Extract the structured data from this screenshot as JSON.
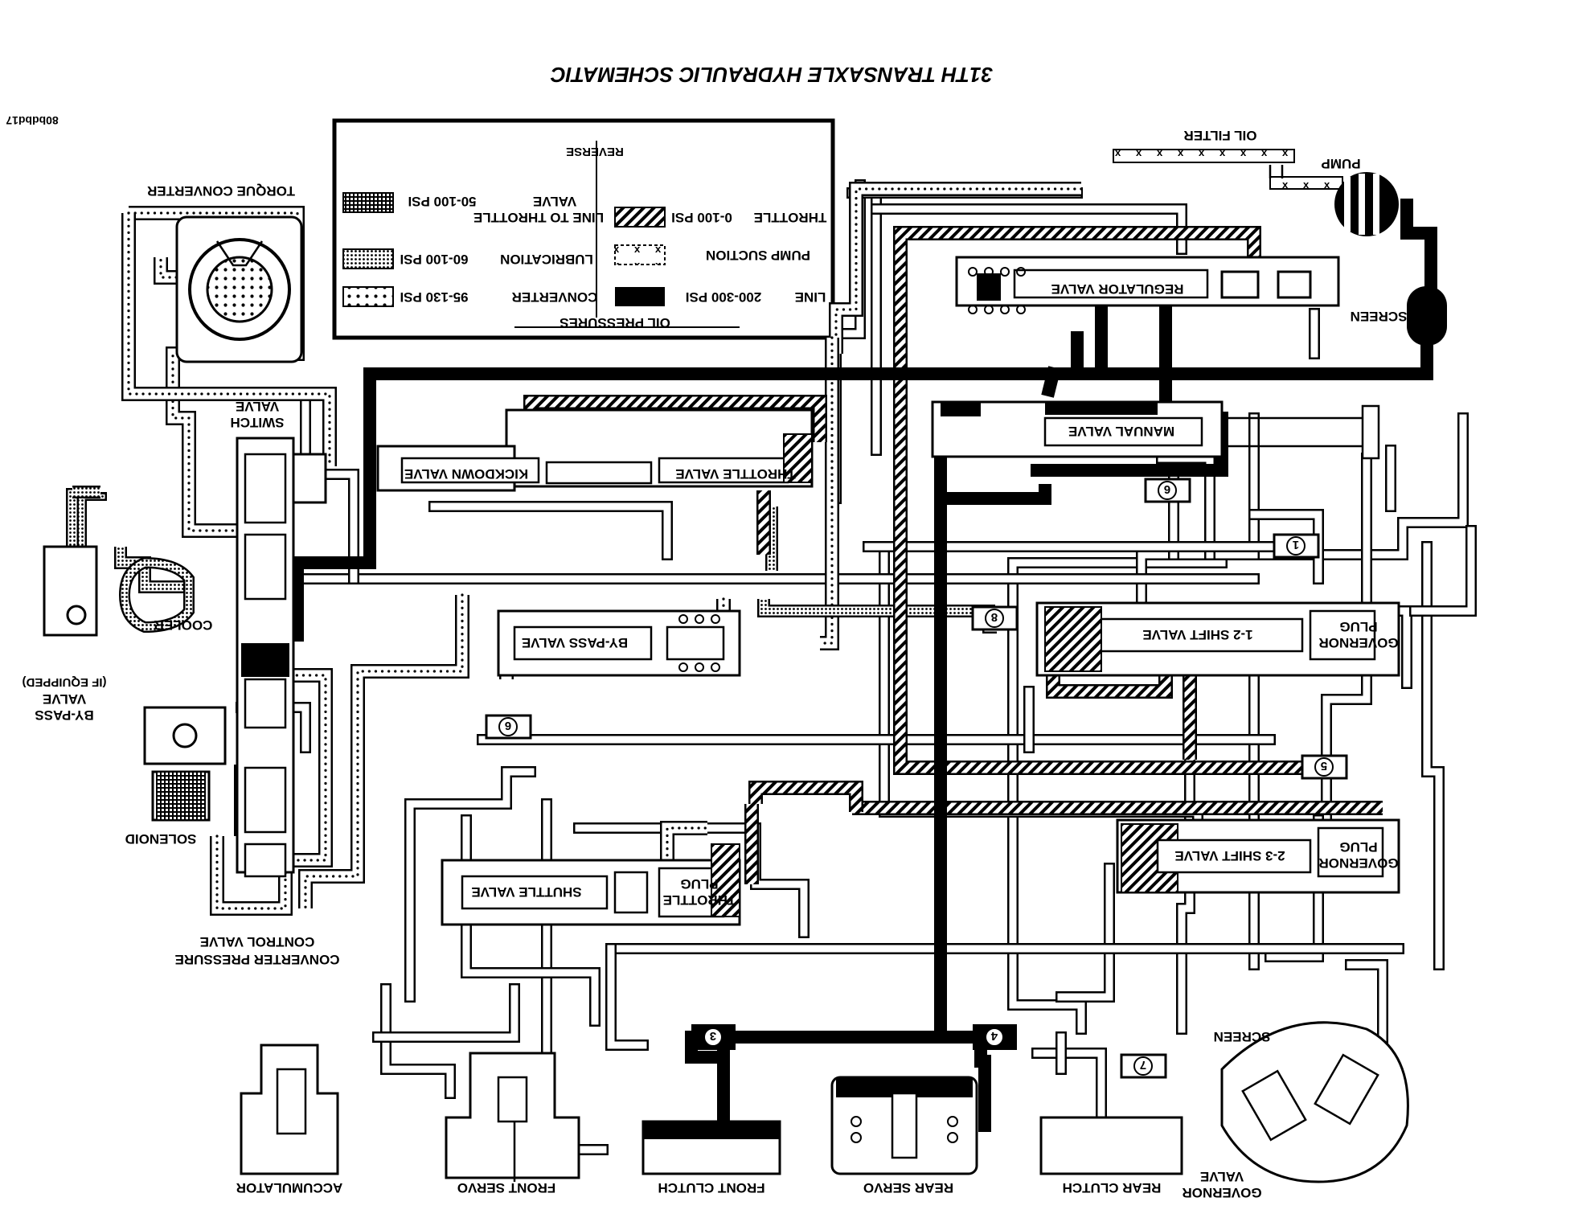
{
  "title": "31TH TRANSAXLE HYDRAULIC SCHEMATIC",
  "image_code": "80bdbd17",
  "legend": {
    "heading": "OIL PRESSURES",
    "mode": "REVERSE",
    "items": [
      {
        "name": "LINE",
        "range": "200-300 PSI",
        "pattern": "solid-black"
      },
      {
        "name": "PUMP SUCTION",
        "range": "",
        "pattern": "x-marks"
      },
      {
        "name": "THROTTLE",
        "range": "0-100 PSI",
        "pattern": "diagonal-hatch"
      },
      {
        "name": "CONVERTER",
        "range": "95-130 PSI",
        "pattern": "dots"
      },
      {
        "name": "LUBRICATION",
        "range": "60-100 PSI",
        "pattern": "dense-dots"
      },
      {
        "name": "LINE TO THROTTLE VALVE",
        "range": "50-100 PSI",
        "pattern": "grid"
      }
    ],
    "labels": {
      "line": "LINE",
      "line_range": "200-300 PSI",
      "pump_suction": "PUMP SUCTION",
      "throttle": "THROTTLE",
      "throttle_range": "0-100 PSI",
      "converter": "CONVERTER",
      "converter_range": "95-130 PSI",
      "lubrication": "LUBRICATION",
      "lubrication_range": "60-100 PSI",
      "line_to_throttle_1": "LINE TO THROTTLE",
      "line_to_throttle_2": "VALVE",
      "line_to_throttle_range": "50-100 PSI"
    }
  },
  "components": {
    "oil_filter": "OIL FILTER",
    "pump": "PUMP",
    "screen_pump": "SCREEN",
    "regulator_valve": "REGULATOR VALVE",
    "manual_valve": "MANUAL VALVE",
    "torque_converter": "TORQUE CONVERTER",
    "switch_valve_1": "SWITCH",
    "switch_valve_2": "VALVE",
    "kickdown_valve": "KICKDOWN VALVE",
    "throttle_valve": "THROTTLE VALVE",
    "cooler": "COOLER",
    "bypass_valve_left_1": "BY-PASS",
    "bypass_valve_left_2": "VALVE",
    "bypass_valve_left_3": "(IF EQUIPPED)",
    "bypass_valve_center": "BY-PASS VALVE",
    "solenoid": "SOLENOID",
    "converter_pressure_1": "CONVERTER PRESSURE",
    "converter_pressure_2": "CONTROL VALVE",
    "shift_12_valve": "1-2 SHIFT VALVE",
    "governor_plug_12_1": "GOVERNOR",
    "governor_plug_12_2": "PLUG",
    "shift_23_valve": "2-3 SHIFT VALVE",
    "governor_plug_23_1": "GOVERNOR",
    "governor_plug_23_2": "PLUG",
    "shuttle_valve": "SHUTTLE VALVE",
    "throttle_plug_1": "THROTTLE",
    "throttle_plug_2": "PLUG",
    "accumulator": "ACCUMULATOR",
    "front_servo": "FRONT SERVO",
    "front_clutch": "FRONT CLUTCH",
    "rear_servo": "REAR SERVO",
    "rear_clutch": "REAR CLUTCH",
    "screen_governor": "SCREEN",
    "governor_valve_1": "GOVERNOR",
    "governor_valve_2": "VALVE"
  },
  "check_balls": {
    "b1": "1",
    "b3": "3",
    "b4": "4",
    "b5": "5",
    "b6a": "6",
    "b6b": "6",
    "b7": "7",
    "b8": "8"
  }
}
